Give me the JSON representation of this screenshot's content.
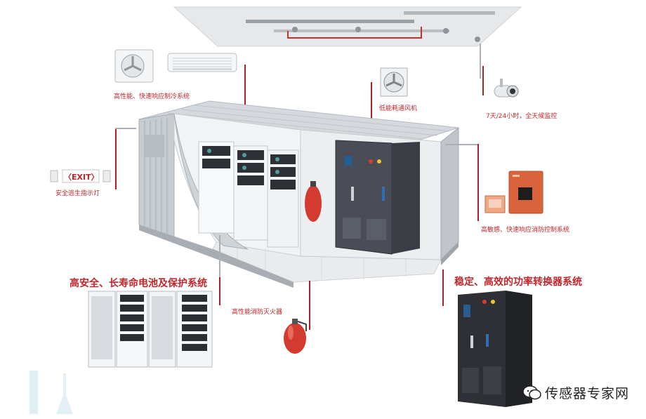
{
  "labels": {
    "cooling": "高性能、快速响应制冷系统",
    "fan": "低能耗通风机",
    "monitor": "7天/24小时，全天候监控",
    "exit_sign": "安全逃生指示灯",
    "fire_control": "高敏感、快速响应消防控制系统",
    "battery": "高安全、长寿命电池及保护系统",
    "extinguisher": "高性能消防灭火器",
    "pcs": "稳定、高效的功率转换器系统"
  },
  "exit_text": "EXIT",
  "watermark": "传感器专家网",
  "colors": {
    "label_red": "#c0262b",
    "container": "#c9ced3",
    "cabinet_dark": "#3a3d44",
    "panel_orange": "#d9643c"
  }
}
